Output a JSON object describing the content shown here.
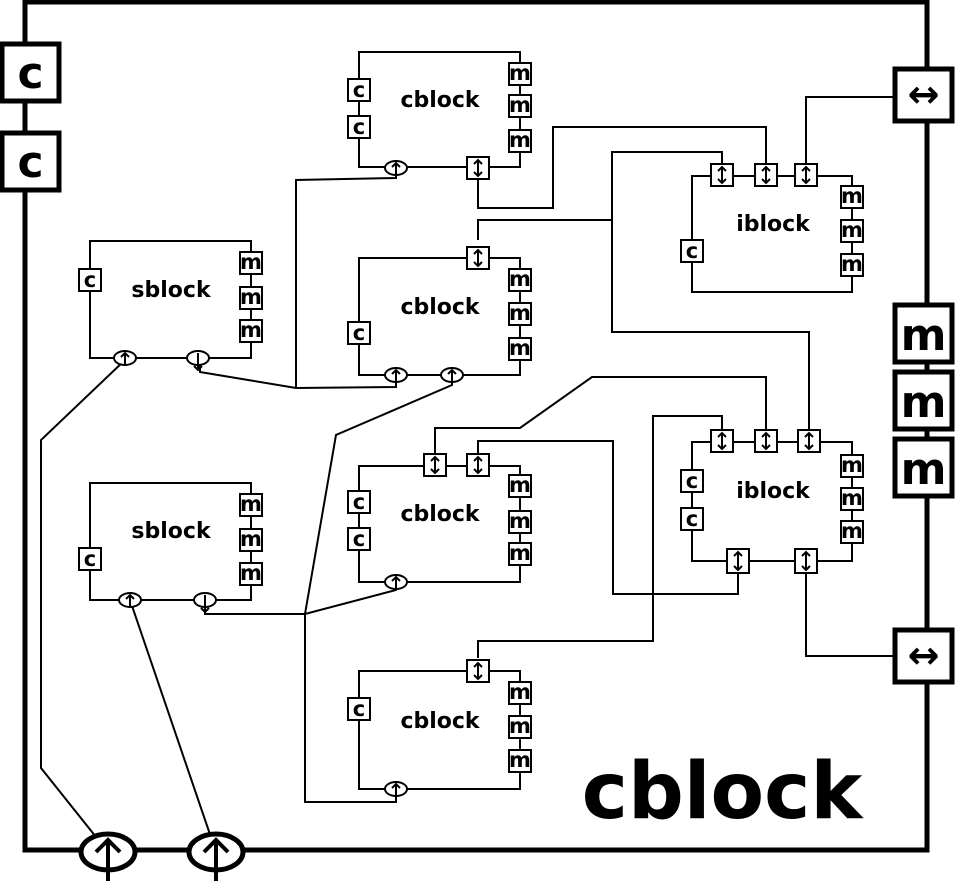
{
  "diagram": {
    "outer_label": "cblock",
    "outer_ports": {
      "c": [
        "c",
        "c"
      ],
      "m": [
        "m",
        "m",
        "m"
      ],
      "io": [
        "↔",
        "↔"
      ],
      "in": [
        "↑",
        "↑"
      ]
    },
    "blocks": [
      {
        "id": "cb1",
        "label": "cblock",
        "c": [
          "c",
          "c"
        ],
        "m": [
          "m",
          "m",
          "m"
        ]
      },
      {
        "id": "cb2",
        "label": "cblock",
        "c": [
          "c"
        ],
        "m": [
          "m",
          "m",
          "m"
        ]
      },
      {
        "id": "cb3",
        "label": "cblock",
        "c": [
          "c",
          "c"
        ],
        "m": [
          "m",
          "m",
          "m"
        ]
      },
      {
        "id": "cb4",
        "label": "cblock",
        "c": [
          "c"
        ],
        "m": [
          "m",
          "m",
          "m"
        ]
      },
      {
        "id": "sb1",
        "label": "sblock",
        "c": [
          "c"
        ],
        "m": [
          "m",
          "m",
          "m"
        ]
      },
      {
        "id": "sb2",
        "label": "sblock",
        "c": [
          "c"
        ],
        "m": [
          "m",
          "m",
          "m"
        ]
      },
      {
        "id": "ib1",
        "label": "iblock",
        "c": [
          "c"
        ],
        "m": [
          "m",
          "m",
          "m"
        ]
      },
      {
        "id": "ib2",
        "label": "iblock",
        "c": [
          "c",
          "c"
        ],
        "m": [
          "m",
          "m",
          "m"
        ]
      }
    ],
    "glyphs": {
      "bidir": "↕",
      "up": "↑",
      "down": "↓"
    }
  }
}
